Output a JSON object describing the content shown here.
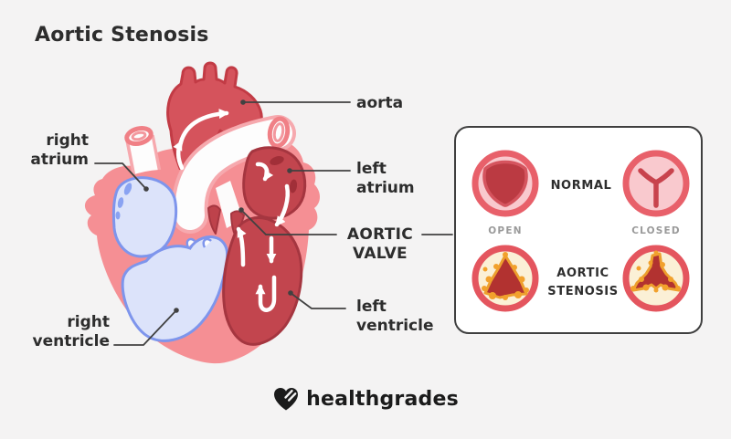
{
  "title": "Aortic Stenosis",
  "labels": {
    "aorta": "aorta",
    "right_atrium": [
      "right",
      "atrium"
    ],
    "left_atrium": [
      "left",
      "atrium"
    ],
    "aortic_valve": [
      "AORTIC",
      "VALVE"
    ],
    "left_ventricle": [
      "left",
      "ventricle"
    ],
    "right_ventricle": [
      "right",
      "ventricle"
    ]
  },
  "panel": {
    "normal_label": "NORMAL",
    "stenosis_label": [
      "AORTIC",
      "STENOSIS"
    ],
    "open_label": "OPEN",
    "closed_label": "CLOSED",
    "icons": [
      "normal-open-valve-icon",
      "normal-closed-valve-icon",
      "stenotic-open-valve-icon",
      "stenotic-closed-valve-icon"
    ]
  },
  "footer": {
    "brand": "healthgrades",
    "icon": "healthgrades-heart-icon"
  },
  "colors": {
    "background": "#F4F3F3",
    "text_dark": "#2D2D2D",
    "text_gray": "#9A9A9A",
    "connector_line": "#414141",
    "heart_outer_pink": "#F58F94",
    "chamber_blue_fill": "#DCE3FA",
    "chamber_blue_stroke": "#7E95EC",
    "chamber_red_fill": "#C2454E",
    "chamber_red_stroke": "#A53640",
    "aorta_fill": "#D5535C",
    "vessel_white": "#FDFDFD",
    "vessel_pink_stroke": "#F6A9AE",
    "valve_ring_red": "#E8606A",
    "valve_inner_pink": "#F9C9CE",
    "valve_leaflet_dark": "#BB3A42",
    "stenosis_ring_red": "#E4555E",
    "stenosis_inner_cream": "#FBF0D6",
    "stenosis_shape_red": "#B23230",
    "calcification_orange": "#F2A12C",
    "panel_border": "#3F3F3F",
    "logo_black": "#1B1B1B"
  }
}
